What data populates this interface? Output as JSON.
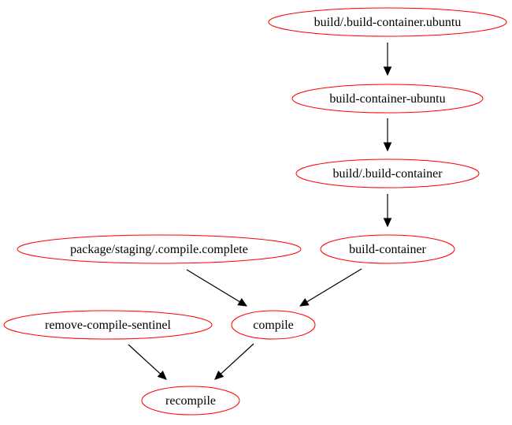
{
  "graph": {
    "node_color": "#ff0000",
    "edge_color": "#000000",
    "nodes": [
      {
        "id": "n1",
        "label": "build/.build-container.ubuntu"
      },
      {
        "id": "n2",
        "label": "build-container-ubuntu"
      },
      {
        "id": "n3",
        "label": "build/.build-container"
      },
      {
        "id": "n4",
        "label": "build-container"
      },
      {
        "id": "n5",
        "label": "package/staging/.compile.complete"
      },
      {
        "id": "n6",
        "label": "compile"
      },
      {
        "id": "n7",
        "label": "remove-compile-sentinel"
      },
      {
        "id": "n8",
        "label": "recompile"
      }
    ],
    "edges": [
      {
        "from": "n1",
        "to": "n2"
      },
      {
        "from": "n2",
        "to": "n3"
      },
      {
        "from": "n3",
        "to": "n4"
      },
      {
        "from": "n4",
        "to": "n6"
      },
      {
        "from": "n5",
        "to": "n6"
      },
      {
        "from": "n6",
        "to": "n8"
      },
      {
        "from": "n7",
        "to": "n8"
      }
    ]
  }
}
